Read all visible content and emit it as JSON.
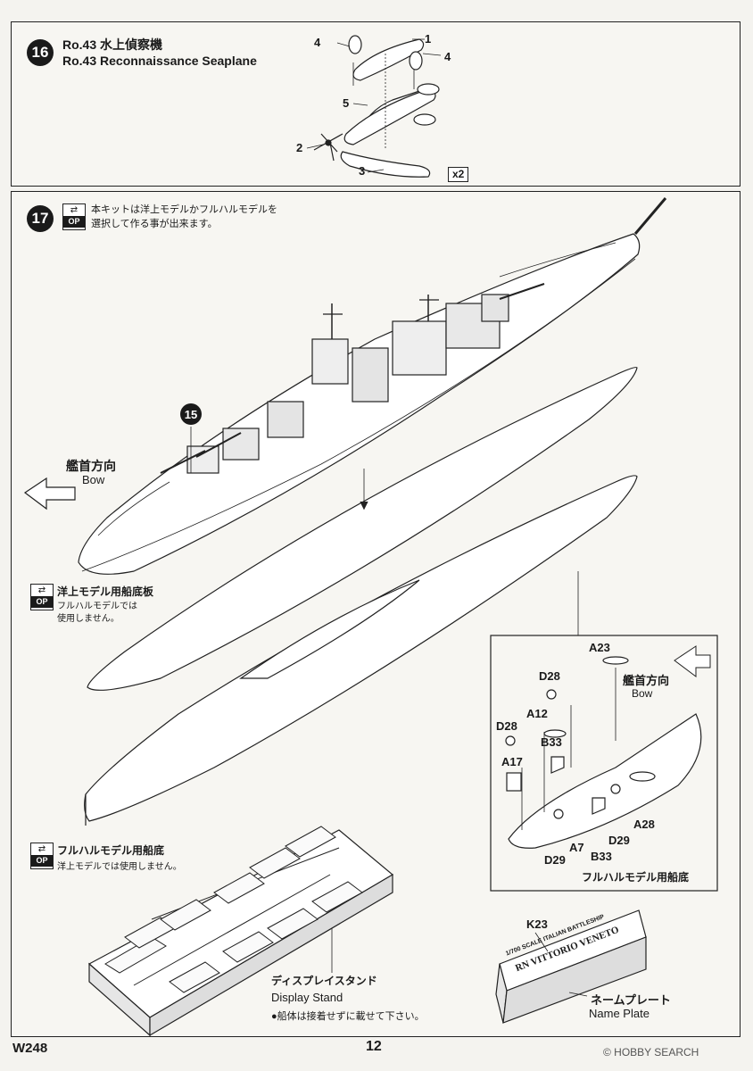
{
  "step16": {
    "number": "16",
    "title_jp": "Ro.43 水上偵察機",
    "title_en": "Ro.43 Reconnaissance Seaplane",
    "parts": [
      "1",
      "2",
      "3",
      "4",
      "4",
      "5"
    ],
    "quantity": "x2"
  },
  "step17": {
    "number": "17",
    "ref_step": "15",
    "op_symbol": "⇄",
    "op_label": "OP",
    "note_line1": "本キットは洋上モデルかフルハルモデルを",
    "note_line2": "選択して作る事が出来ます。",
    "bow_jp": "艦首方向",
    "bow_en": "Bow",
    "waterline": {
      "title": "洋上モデル用船底板",
      "note1": "フルハルモデルでは",
      "note2": "使用しません。"
    },
    "fullhull": {
      "title": "フルハルモデル用船底",
      "note": "洋上モデルでは使用しません。"
    },
    "detail": {
      "bow_jp": "艦首方向",
      "bow_en": "Bow",
      "parts": [
        "A23",
        "D28",
        "A12",
        "D28",
        "B33",
        "A17",
        "A28",
        "D29",
        "A7",
        "D29",
        "B33"
      ],
      "caption": "フルハルモデル用船底"
    },
    "stand": {
      "jp": "ディスプレイスタンド",
      "en": "Display Stand",
      "note": "●船体は接着せずに載せて下さい。"
    },
    "nameplate": {
      "part": "K23",
      "line1": "1/700 SCALE ITALIAN BATTLESHIP",
      "line2": "RN VITTORIO VENETO",
      "jp": "ネームプレート",
      "en": "Name Plate"
    }
  },
  "footer": {
    "code": "W248",
    "page": "12",
    "watermark": "© HOBBY SEARCH"
  }
}
